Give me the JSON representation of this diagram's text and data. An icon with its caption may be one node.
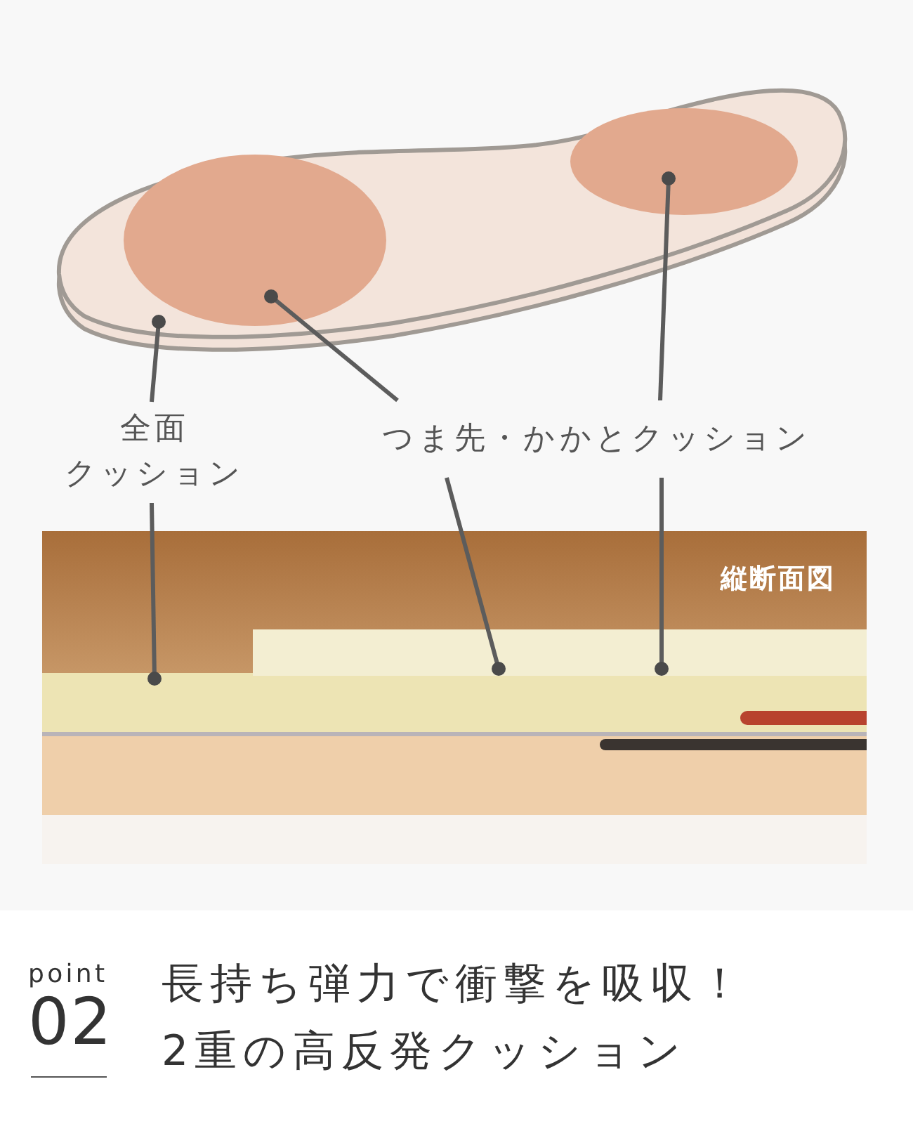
{
  "diagram": {
    "nodes": [
      {
        "text": [],
        "shape": "picture"
      },
      {
        "text": [],
        "shape": "circle",
        "in": 0
      },
      {
        "text": [],
        "shape": "circle",
        "in": 0
      },
      {
        "text": [
          "全面",
          "クッション"
        ]
      },
      {
        "text": [
          "つま先・かかとクッション"
        ]
      },
      {
        "text": [
          "縦断面図"
        ]
      },
      {
        "text": [],
        "shape": "bar",
        "in": 5
      },
      {
        "text": [],
        "shape": "bar",
        "in": 5
      }
    ],
    "edges": [
      {
        "from": 3,
        "to": 0,
        "arrow": "none"
      },
      {
        "from": 3,
        "to": 6,
        "arrow": "none"
      },
      {
        "from": 4,
        "to": 1,
        "arrow": "none"
      },
      {
        "from": 4,
        "to": 2,
        "arrow": "none"
      },
      {
        "from": 4,
        "to": 7,
        "arrow": "none"
      },
      {
        "from": 4,
        "to": 7,
        "arrow": "none"
      }
    ],
    "labels": [
      "point",
      "02",
      "長持ち弾力で衝撃を吸収！",
      "2重の高反発クッション"
    ]
  }
}
